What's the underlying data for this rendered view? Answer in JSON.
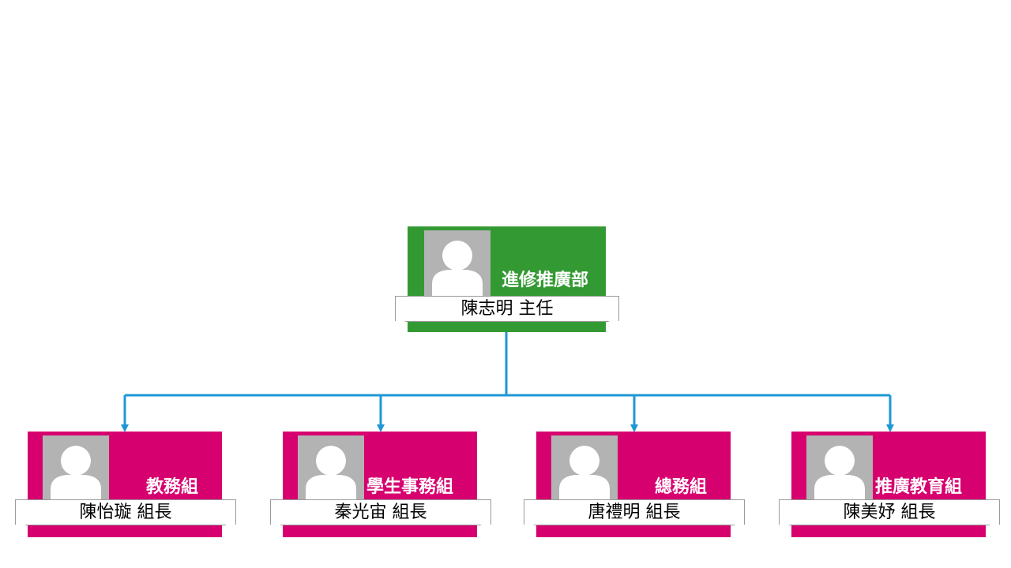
{
  "colors": {
    "top_card": "#339933",
    "child_card": "#d6006f",
    "connector": "#1f97d4",
    "photo_placeholder": "#b3b3b3"
  },
  "top": {
    "department": "進修推廣部",
    "name": "陳志明 主任"
  },
  "children": [
    {
      "department": "教務組",
      "name": "陳怡璇 組長"
    },
    {
      "department": "學生事務組",
      "name": "秦光宙 組長"
    },
    {
      "department": "總務組",
      "name": "唐禮明  組長"
    },
    {
      "department": "推廣教育組",
      "name": "陳美妤 組長"
    }
  ],
  "icons": {
    "photo": "person-silhouette-icon"
  }
}
